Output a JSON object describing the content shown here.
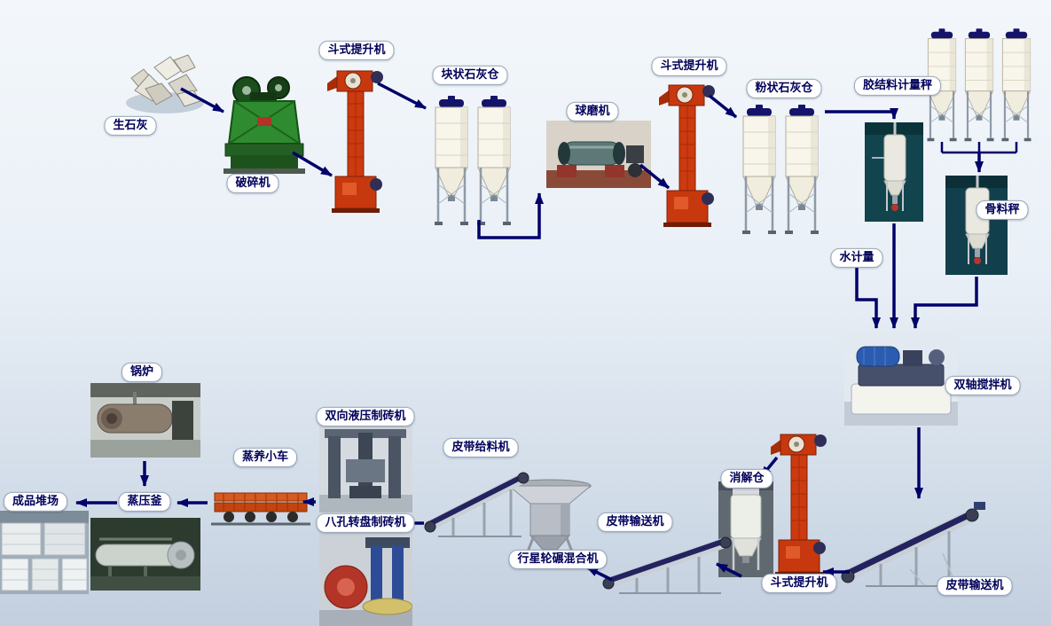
{
  "diagram": {
    "type": "process-flow-diagram",
    "labels": [
      {
        "id": "quicklime",
        "text": "生石灰"
      },
      {
        "id": "crusher",
        "text": "破碎机"
      },
      {
        "id": "bucket-elevator-1",
        "text": "斗式提升机"
      },
      {
        "id": "lump-lime-silo",
        "text": "块状石灰仓"
      },
      {
        "id": "ball-mill",
        "text": "球磨机"
      },
      {
        "id": "bucket-elevator-2",
        "text": "斗式提升机"
      },
      {
        "id": "powder-lime-silo",
        "text": "粉状石灰仓"
      },
      {
        "id": "binder-metering-scale",
        "text": "胶结料计量秤"
      },
      {
        "id": "aggregate-scale",
        "text": "骨料秤"
      },
      {
        "id": "water-metering",
        "text": "水计量"
      },
      {
        "id": "twin-shaft-mixer",
        "text": "双轴搅拌机"
      },
      {
        "id": "digestion-silo",
        "text": "消解仓"
      },
      {
        "id": "bucket-elevator-3",
        "text": "斗式提升机"
      },
      {
        "id": "belt-conveyor-right",
        "text": "皮带输送机"
      },
      {
        "id": "belt-conveyor-mid",
        "text": "皮带输送机"
      },
      {
        "id": "belt-feeder",
        "text": "皮带给料机"
      },
      {
        "id": "planetary-mixer",
        "text": "行星轮碾混合机"
      },
      {
        "id": "rotary-brick-press",
        "text": "八孔转盘制砖机"
      },
      {
        "id": "hydraulic-brick-press",
        "text": "双向液压制砖机"
      },
      {
        "id": "steam-curing-trolley",
        "text": "蒸养小车"
      },
      {
        "id": "autoclave",
        "text": "蒸压釜"
      },
      {
        "id": "product-yard",
        "text": "成品堆场"
      },
      {
        "id": "boiler",
        "text": "锅炉"
      }
    ],
    "connections": [
      {
        "from": "quicklime",
        "to": "crusher"
      },
      {
        "from": "crusher",
        "to": "bucket-elevator-1"
      },
      {
        "from": "bucket-elevator-1",
        "to": "lump-lime-silo"
      },
      {
        "from": "lump-lime-silo",
        "to": "ball-mill"
      },
      {
        "from": "ball-mill",
        "to": "bucket-elevator-2"
      },
      {
        "from": "bucket-elevator-2",
        "to": "powder-lime-silo"
      },
      {
        "from": "powder-lime-silo",
        "to": "binder-metering-scale"
      },
      {
        "from": "binder-metering-scale",
        "to": "twin-shaft-mixer"
      },
      {
        "from": "water-metering",
        "to": "twin-shaft-mixer"
      },
      {
        "from": "aggregate-silos",
        "to": "aggregate-scale"
      },
      {
        "from": "aggregate-scale",
        "to": "twin-shaft-mixer"
      },
      {
        "from": "twin-shaft-mixer",
        "to": "belt-conveyor-right"
      },
      {
        "from": "belt-conveyor-right",
        "to": "bucket-elevator-3"
      },
      {
        "from": "bucket-elevator-3",
        "to": "digestion-silo"
      },
      {
        "from": "digestion-silo",
        "to": "belt-conveyor-mid"
      },
      {
        "from": "belt-conveyor-mid",
        "to": "planetary-mixer"
      },
      {
        "from": "planetary-mixer",
        "to": "belt-feeder"
      },
      {
        "from": "belt-feeder",
        "to": "brick-presses"
      },
      {
        "from": "brick-presses",
        "to": "steam-curing-trolley"
      },
      {
        "from": "steam-curing-trolley",
        "to": "autoclave"
      },
      {
        "from": "autoclave",
        "to": "product-yard"
      },
      {
        "from": "boiler",
        "to": "autoclave"
      }
    ],
    "colors": {
      "arrow": "#00006a",
      "label_text": "#00005a",
      "label_bg": "#ffffff",
      "label_border": "#9aa8b8",
      "bg_top": "#f3f7fb",
      "bg_bottom": "#c3cfdf",
      "elevator_red": "#cc3a10",
      "silo_body": "#f8f5ea",
      "silo_cap": "#14146a",
      "crusher_green": "#2f8b2f",
      "conveyor_belt": "#23235f"
    }
  }
}
